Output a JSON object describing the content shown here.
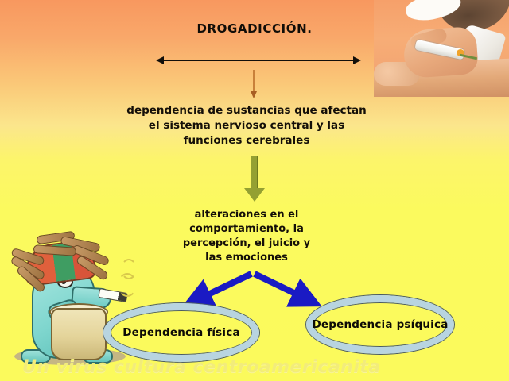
{
  "slide": {
    "title": "DROGADICCIÓN.",
    "background": {
      "top_color": "#f8985f",
      "bottom_color": "#fbfa5c"
    },
    "ghost_footer_text": "Un virus cultura centroamericanita"
  },
  "flow": {
    "title_node": {
      "label": "DROGADICCIÓN.",
      "connector": "double-headed-horizontal-arrow",
      "connector_color": "#120f0a"
    },
    "connector_1": {
      "name": "orange-down-arrow",
      "color": "#c8803a",
      "direction": "down"
    },
    "definition_node": {
      "lines": [
        "dependencia de sustancias que afectan",
        "el sistema nervioso central y las",
        "funciones cerebrales"
      ]
    },
    "connector_2": {
      "name": "green-down-arrow",
      "color": "#94a032",
      "direction": "down"
    },
    "effects_node": {
      "lines": [
        "alteraciones en el",
        "comportamiento, la",
        "percepción, el juicio y",
        "las emociones"
      ]
    },
    "connector_3": {
      "name": "blue-diverging-arrows",
      "color": "#1a1ac4",
      "direction": "down-split"
    },
    "outcomes": [
      {
        "label": "Dependencia física",
        "ellipse_color": "#b8d4e0"
      },
      {
        "label": "Dependencia psíquica",
        "ellipse_color": "#b8d4e0"
      }
    ]
  },
  "images": {
    "photo": {
      "name": "syringe-injection-photo",
      "description": "hand injecting a syringe into a forearm"
    },
    "cartoon": {
      "name": "rasta-creature-cartoon",
      "description": "teal creature with dreadlocks smoking and playing a bongo drum"
    }
  }
}
